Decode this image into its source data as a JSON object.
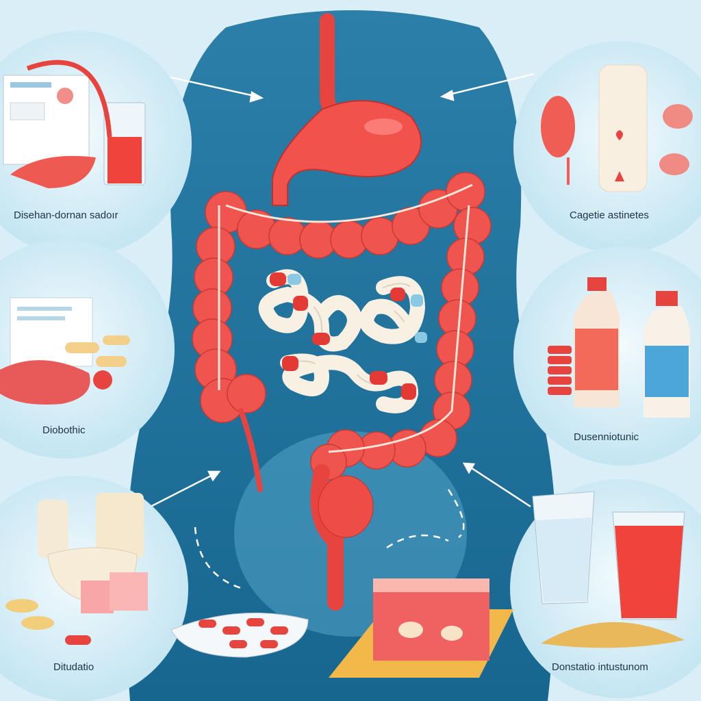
{
  "colors": {
    "background": "#d9eef6",
    "body_silhouette": "#1f6e95",
    "organ_red": "#f0554f",
    "organ_dark": "#c9312d",
    "intestine_cream": "#f7f0e1",
    "bubble": "#cfe9f4"
  },
  "labels": {
    "top_left": "Disehan-dornan sadoır",
    "top_right": "Cagetie astinetes",
    "mid_left": "Diobothic",
    "mid_right": "Dusenniotunic",
    "bottom_left": "Ditudatio",
    "bottom_right": "Donstatio intustunom"
  },
  "icons": {
    "top_left": [
      "document-icon",
      "drink-glass-icon",
      "liver-icon"
    ],
    "top_right": [
      "kidney-icon",
      "esophagus-icon",
      "small-organ-icon"
    ],
    "mid_left": [
      "document-icon",
      "food-pile-icon",
      "pill-icon"
    ],
    "mid_right": [
      "juice-bottle-icon",
      "water-bottle-icon",
      "pill-stack-icon"
    ],
    "bottom_left": [
      "jar-icon",
      "bowl-icon",
      "sugar-cube-icon",
      "pill-icon"
    ],
    "bottom_right": [
      "water-glass-icon",
      "juice-glass-icon",
      "grain-pile-icon"
    ]
  }
}
